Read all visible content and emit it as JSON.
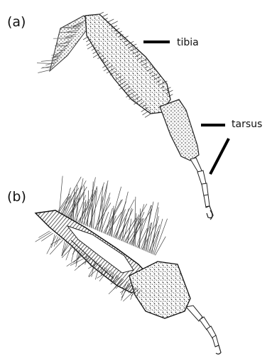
{
  "figure": {
    "panels": [
      {
        "id": "a",
        "label": "(a)"
      },
      {
        "id": "b",
        "label": "(b)"
      }
    ],
    "annotations": {
      "tibia": "tibia",
      "tarsus": "tarsus"
    }
  }
}
